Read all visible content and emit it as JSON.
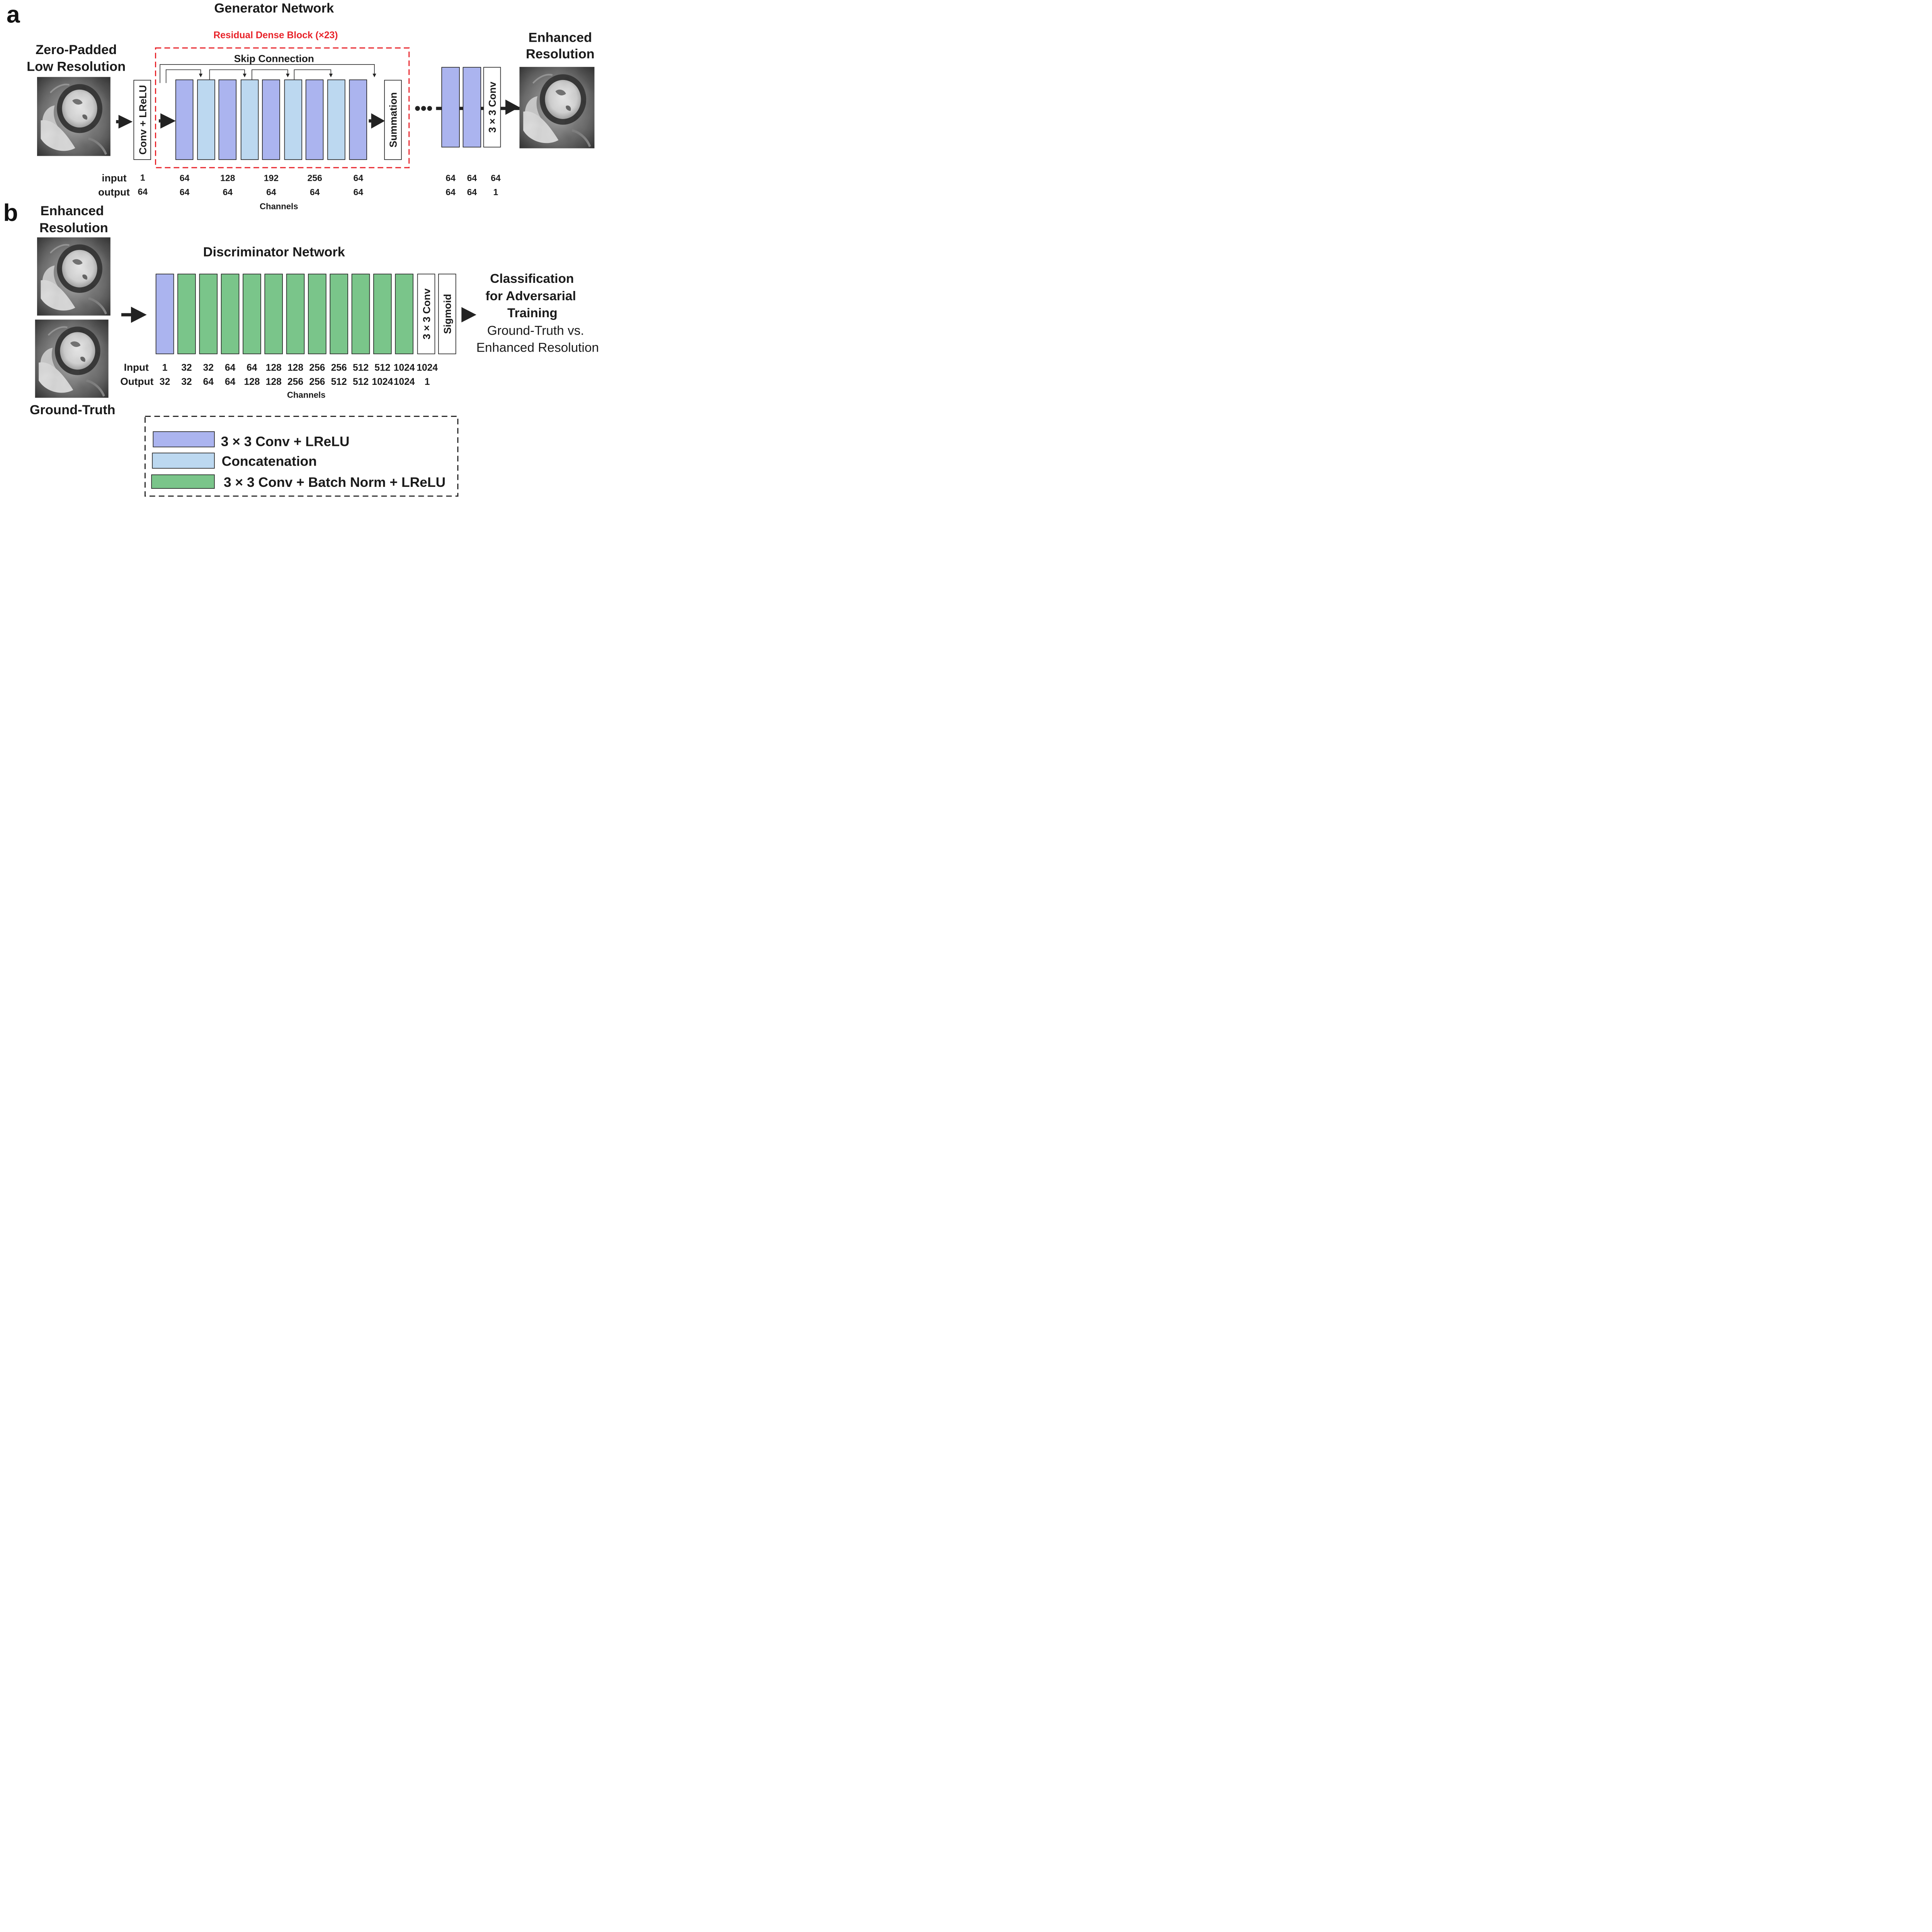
{
  "panel_a": {
    "letter": "a",
    "title": "Generator Network",
    "input_label": [
      "Zero-Padded",
      "Low Resolution"
    ],
    "output_label": [
      "Enhanced",
      "Resolution"
    ],
    "first_block": "Conv + LReLU",
    "rdb_title": "Residual Dense Block (×23)",
    "skip_label": "Skip Connection",
    "summation": "Summation",
    "final_conv": "3 × 3 Conv",
    "row_input": "input",
    "row_output": "output",
    "inputs": [
      "1",
      "64",
      "128",
      "192",
      "256",
      "64",
      "64",
      "64",
      "64"
    ],
    "outputs": [
      "64",
      "64",
      "64",
      "64",
      "64",
      "64",
      "64",
      "64",
      "1"
    ],
    "channels": "Channels"
  },
  "panel_b": {
    "letter": "b",
    "title": "Discriminator Network",
    "img_top_label": [
      "Enhanced",
      "Resolution"
    ],
    "img_bottom_label": "Ground-Truth",
    "conv_label": "3 × 3 Conv",
    "sigmoid_label": "Sigmoid",
    "class_title": [
      "Classification",
      "for Adversarial",
      "Training"
    ],
    "class_sub": [
      "Ground-Truth vs.",
      "Enhanced Resolution"
    ],
    "row_input": "Input",
    "row_output": "Output",
    "inputs": [
      "1",
      "32",
      "32",
      "64",
      "64",
      "128",
      "128",
      "256",
      "256",
      "512",
      "512",
      "1024",
      "1024"
    ],
    "outputs": [
      "32",
      "32",
      "64",
      "64",
      "128",
      "128",
      "256",
      "256",
      "512",
      "512",
      "1024",
      "1024",
      "1"
    ],
    "channels": "Channels"
  },
  "legend": {
    "items": [
      {
        "label": "3 × 3 Conv + LReLU",
        "color": "#abb4ef"
      },
      {
        "label": "Concatenation",
        "color": "#bcd8f0"
      },
      {
        "label": "3 × 3 Conv + Batch Norm + LReLU",
        "color": "#7ac58a"
      }
    ]
  },
  "colors": {
    "conv_lrelu": "#abb4ef",
    "concatenation": "#bcd8f0",
    "conv_bn_lrelu": "#7ac58a",
    "rdb_border": "#e8232a"
  }
}
